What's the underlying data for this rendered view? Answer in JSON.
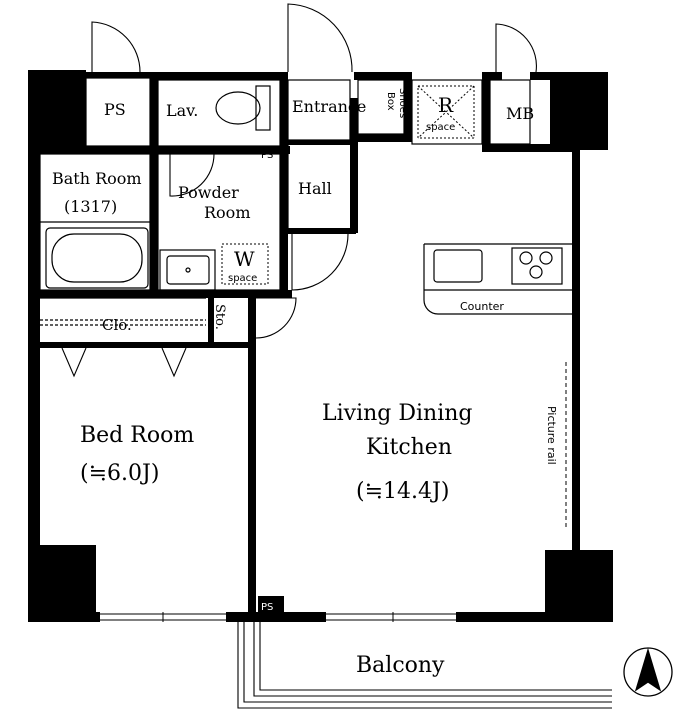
{
  "rooms": {
    "ps_top": "PS",
    "lav": "Lav.",
    "entrance": "Entrance",
    "shoes_box_1": "Shoes",
    "shoes_box_2": "Box",
    "r_space_letter": "R",
    "r_space_word": "space",
    "mb": "MB",
    "bath_room": "Bath Room",
    "bath_room_num": "(1317)",
    "ps_small": "PS",
    "powder_room_1": "Powder",
    "powder_room_2": "Room",
    "hall": "Hall",
    "w_space_letter": "W",
    "w_space_word": "space",
    "counter": "Counter",
    "closet": "Clo.",
    "storage": "Sto.",
    "bed_room": "Bed Room",
    "bed_room_size": "(≒6.0J)",
    "ldk_1": "Living Dining",
    "ldk_2": "Kitchen",
    "ldk_size": "(≒14.4J)",
    "picture_rail": "Picture rail",
    "ps_bottom": "PS",
    "balcony": "Balcony"
  },
  "compass": {
    "direction": "north",
    "icon": "north-arrow-icon"
  }
}
